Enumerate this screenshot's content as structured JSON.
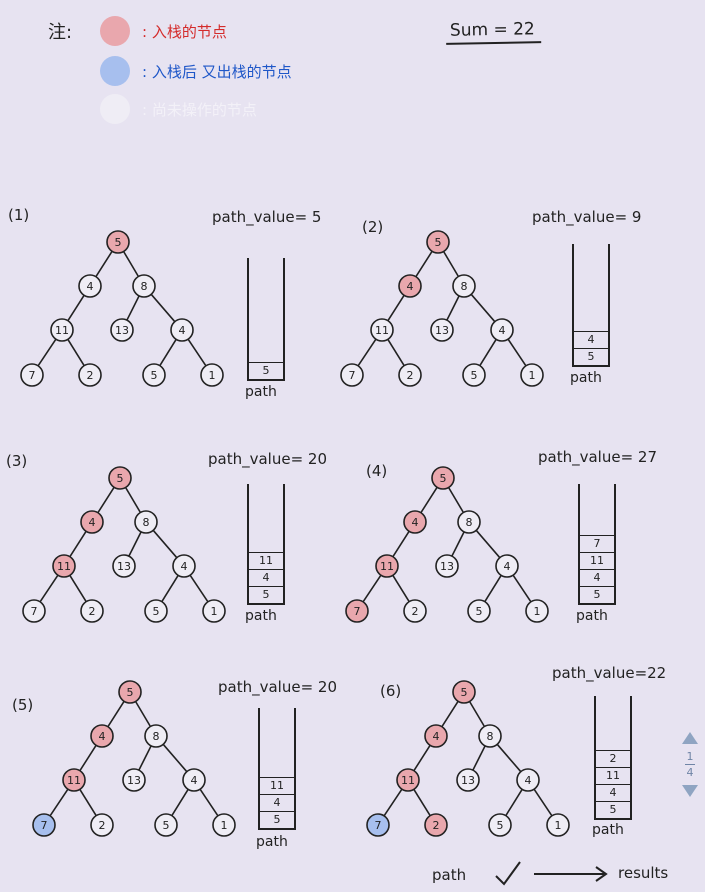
{
  "legend": {
    "title": "注:",
    "items": [
      {
        "color": "#e9a7ad",
        "text": ": 入栈的节点",
        "text_color": "#d42b2b"
      },
      {
        "color": "#a7bfee",
        "text": ": 入栈后 又出栈的节点",
        "text_color": "#1f57c8"
      },
      {
        "color": "#efedf5",
        "text": ": 尚未操作的节点",
        "text_color": "#f3f1f8"
      }
    ]
  },
  "sum_label": "Sum = 22",
  "colors": {
    "red": "#e9a7ad",
    "blue": "#a7bfee",
    "white": "#efedf5"
  },
  "tree": {
    "nodes": [
      {
        "id": "n5",
        "label": "5"
      },
      {
        "id": "n4",
        "label": "4"
      },
      {
        "id": "n8",
        "label": "8"
      },
      {
        "id": "n11",
        "label": "11"
      },
      {
        "id": "n13",
        "label": "13"
      },
      {
        "id": "n4b",
        "label": "4"
      },
      {
        "id": "n7",
        "label": "7"
      },
      {
        "id": "n2",
        "label": "2"
      },
      {
        "id": "n5b",
        "label": "5"
      },
      {
        "id": "n1",
        "label": "1"
      }
    ],
    "edges": [
      [
        "n5",
        "n4"
      ],
      [
        "n5",
        "n8"
      ],
      [
        "n4",
        "n11"
      ],
      [
        "n8",
        "n13"
      ],
      [
        "n8",
        "n4b"
      ],
      [
        "n11",
        "n7"
      ],
      [
        "n11",
        "n2"
      ],
      [
        "n4b",
        "n5b"
      ],
      [
        "n4b",
        "n1"
      ]
    ]
  },
  "steps": [
    {
      "label": "(1)",
      "path_value": "path_value= 5",
      "stack": [
        "5"
      ],
      "states": {
        "n5": "red"
      }
    },
    {
      "label": "(2)",
      "path_value": "path_value= 9",
      "stack": [
        "4",
        "5"
      ],
      "states": {
        "n5": "red",
        "n4": "red"
      }
    },
    {
      "label": "(3)",
      "path_value": "path_value= 20",
      "stack": [
        "11",
        "4",
        "5"
      ],
      "states": {
        "n5": "red",
        "n4": "red",
        "n11": "red"
      }
    },
    {
      "label": "(4)",
      "path_value": "path_value= 27",
      "stack": [
        "7",
        "11",
        "4",
        "5"
      ],
      "states": {
        "n5": "red",
        "n4": "red",
        "n11": "red",
        "n7": "red"
      }
    },
    {
      "label": "(5)",
      "path_value": "path_value= 20",
      "stack": [
        "11",
        "4",
        "5"
      ],
      "states": {
        "n5": "red",
        "n4": "red",
        "n11": "red",
        "n7": "blue"
      }
    },
    {
      "label": "(6)",
      "path_value": "path_value=22",
      "stack": [
        "2",
        "11",
        "4",
        "5"
      ],
      "states": {
        "n5": "red",
        "n4": "red",
        "n11": "red",
        "n7": "blue",
        "n2": "red"
      }
    }
  ],
  "stack_caption": "path",
  "nav": {
    "current": "1",
    "total": "4"
  },
  "footer": {
    "left": "path",
    "right": "results"
  }
}
